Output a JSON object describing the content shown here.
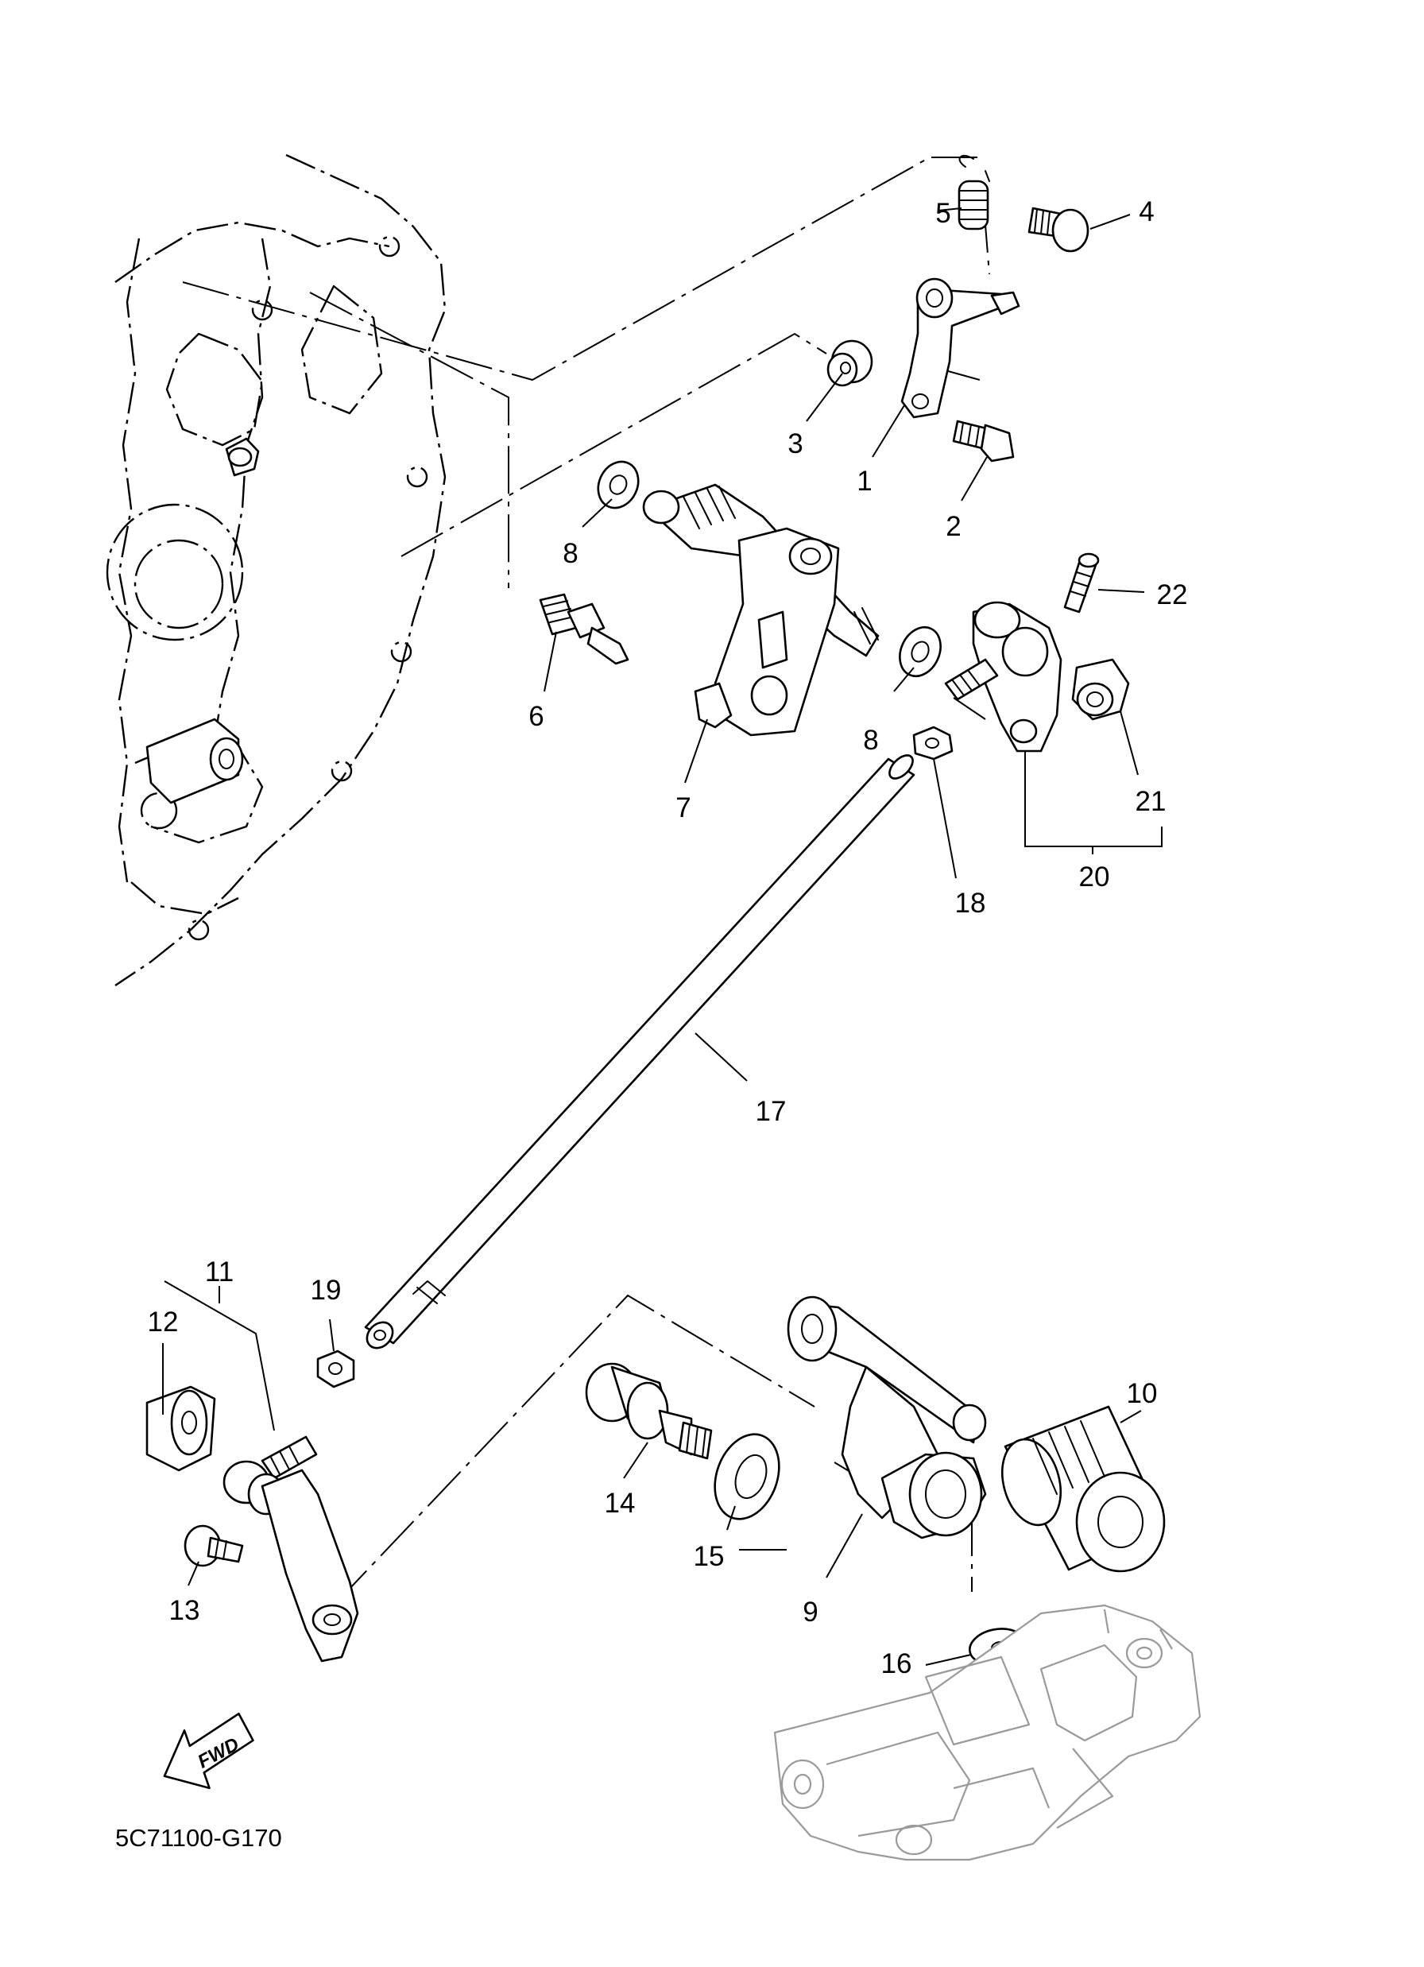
{
  "diagram": {
    "callouts": [
      "1",
      "2",
      "3",
      "4",
      "5",
      "6",
      "7",
      "8",
      "8",
      "9",
      "10",
      "11",
      "12",
      "13",
      "14",
      "15",
      "16",
      "17",
      "18",
      "19",
      "20",
      "21",
      "22"
    ],
    "fwd_label": "FWD",
    "code": "5C71100-G170"
  }
}
